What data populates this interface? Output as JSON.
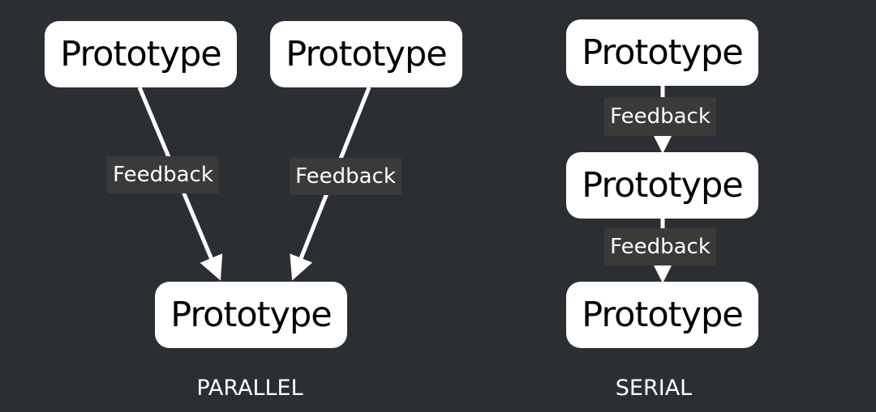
{
  "colors": {
    "background": "#2b2e33",
    "box_fill": "#ffffff",
    "box_text": "#000000",
    "label_fill": "#3a3a38",
    "label_text": "#ffffff",
    "arrow": "#ffffff"
  },
  "parallel": {
    "caption": "PARALLEL",
    "top_left_box": "Prototype",
    "top_right_box": "Prototype",
    "bottom_box": "Prototype",
    "left_feedback": "Feedback",
    "right_feedback": "Feedback"
  },
  "serial": {
    "caption": "SERIAL",
    "top_box": "Prototype",
    "middle_box": "Prototype",
    "bottom_box": "Prototype",
    "upper_feedback": "Feedback",
    "lower_feedback": "Feedback"
  }
}
